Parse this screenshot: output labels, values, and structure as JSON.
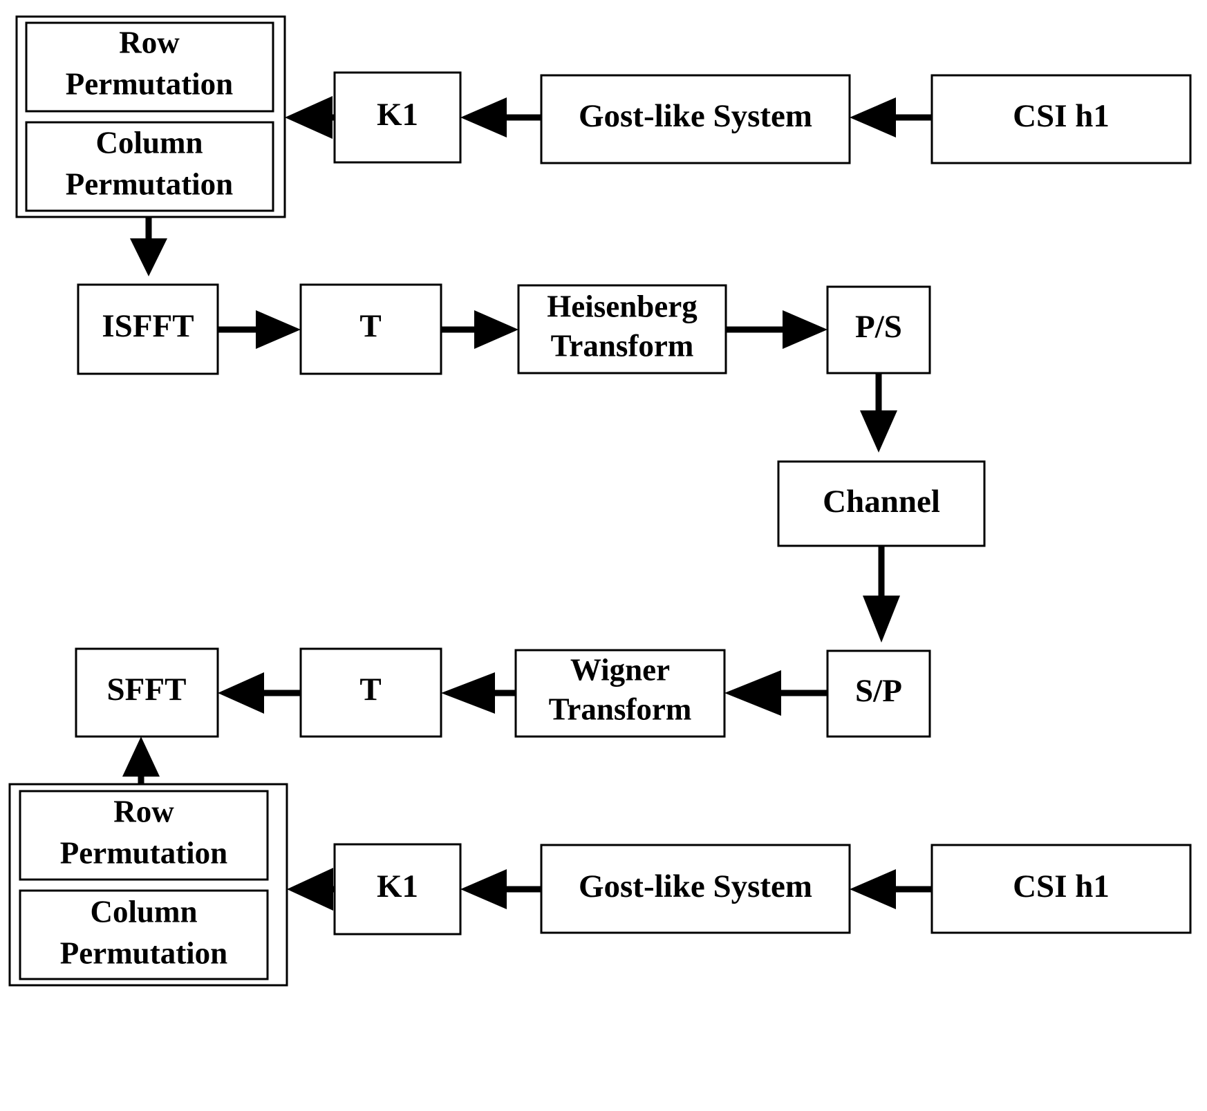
{
  "diagram": {
    "title": "OTFS transceiver chain with Gost-like permutation encryption",
    "type": "block-flowchart",
    "colors": {
      "background": "#ffffff",
      "stroke": "#000000",
      "fill": "#ffffff"
    },
    "nodes": {
      "tx_perm_group": {
        "label": "",
        "children": {
          "row_perm": "Row\nPermutation",
          "row_perm_line1": "Row",
          "row_perm_line2": "Permutation",
          "col_perm_line1": "Column",
          "col_perm_line2": "Permutation"
        }
      },
      "tx_k1": "K1",
      "tx_gost": "Gost-like System",
      "tx_csi": "CSI h1",
      "isfft": "ISFFT",
      "tx_t": "T",
      "heisenberg_line1": "Heisenberg",
      "heisenberg_line2": "Transform",
      "ps": "P/S",
      "channel": "Channel",
      "sp": "S/P",
      "wigner_line1": "Wigner",
      "wigner_line2": "Transform",
      "rx_t": "T",
      "sfft": "SFFT",
      "rx_perm_group": {
        "row_perm_line1": "Row",
        "row_perm_line2": "Permutation",
        "col_perm_line1": "Column",
        "col_perm_line2": "Permutation"
      },
      "rx_k1": "K1",
      "rx_gost": "Gost-like System",
      "rx_csi": "CSI h1"
    },
    "edges": [
      {
        "from": "tx_csi",
        "to": "tx_gost",
        "direction": "left"
      },
      {
        "from": "tx_gost",
        "to": "tx_k1",
        "direction": "left"
      },
      {
        "from": "tx_k1",
        "to": "tx_perm_group",
        "direction": "left"
      },
      {
        "from": "tx_perm_group",
        "to": "isfft",
        "direction": "down"
      },
      {
        "from": "isfft",
        "to": "tx_t",
        "direction": "right"
      },
      {
        "from": "tx_t",
        "to": "heisenberg",
        "direction": "right"
      },
      {
        "from": "heisenberg",
        "to": "ps",
        "direction": "right"
      },
      {
        "from": "ps",
        "to": "channel",
        "direction": "down"
      },
      {
        "from": "channel",
        "to": "sp",
        "direction": "down"
      },
      {
        "from": "sp",
        "to": "wigner",
        "direction": "left"
      },
      {
        "from": "wigner",
        "to": "rx_t",
        "direction": "left"
      },
      {
        "from": "rx_t",
        "to": "sfft",
        "direction": "left"
      },
      {
        "from": "rx_perm_group",
        "to": "sfft",
        "direction": "up"
      },
      {
        "from": "rx_csi",
        "to": "rx_gost",
        "direction": "left"
      },
      {
        "from": "rx_gost",
        "to": "rx_k1",
        "direction": "left"
      },
      {
        "from": "rx_k1",
        "to": "rx_perm_group",
        "direction": "left"
      }
    ]
  }
}
